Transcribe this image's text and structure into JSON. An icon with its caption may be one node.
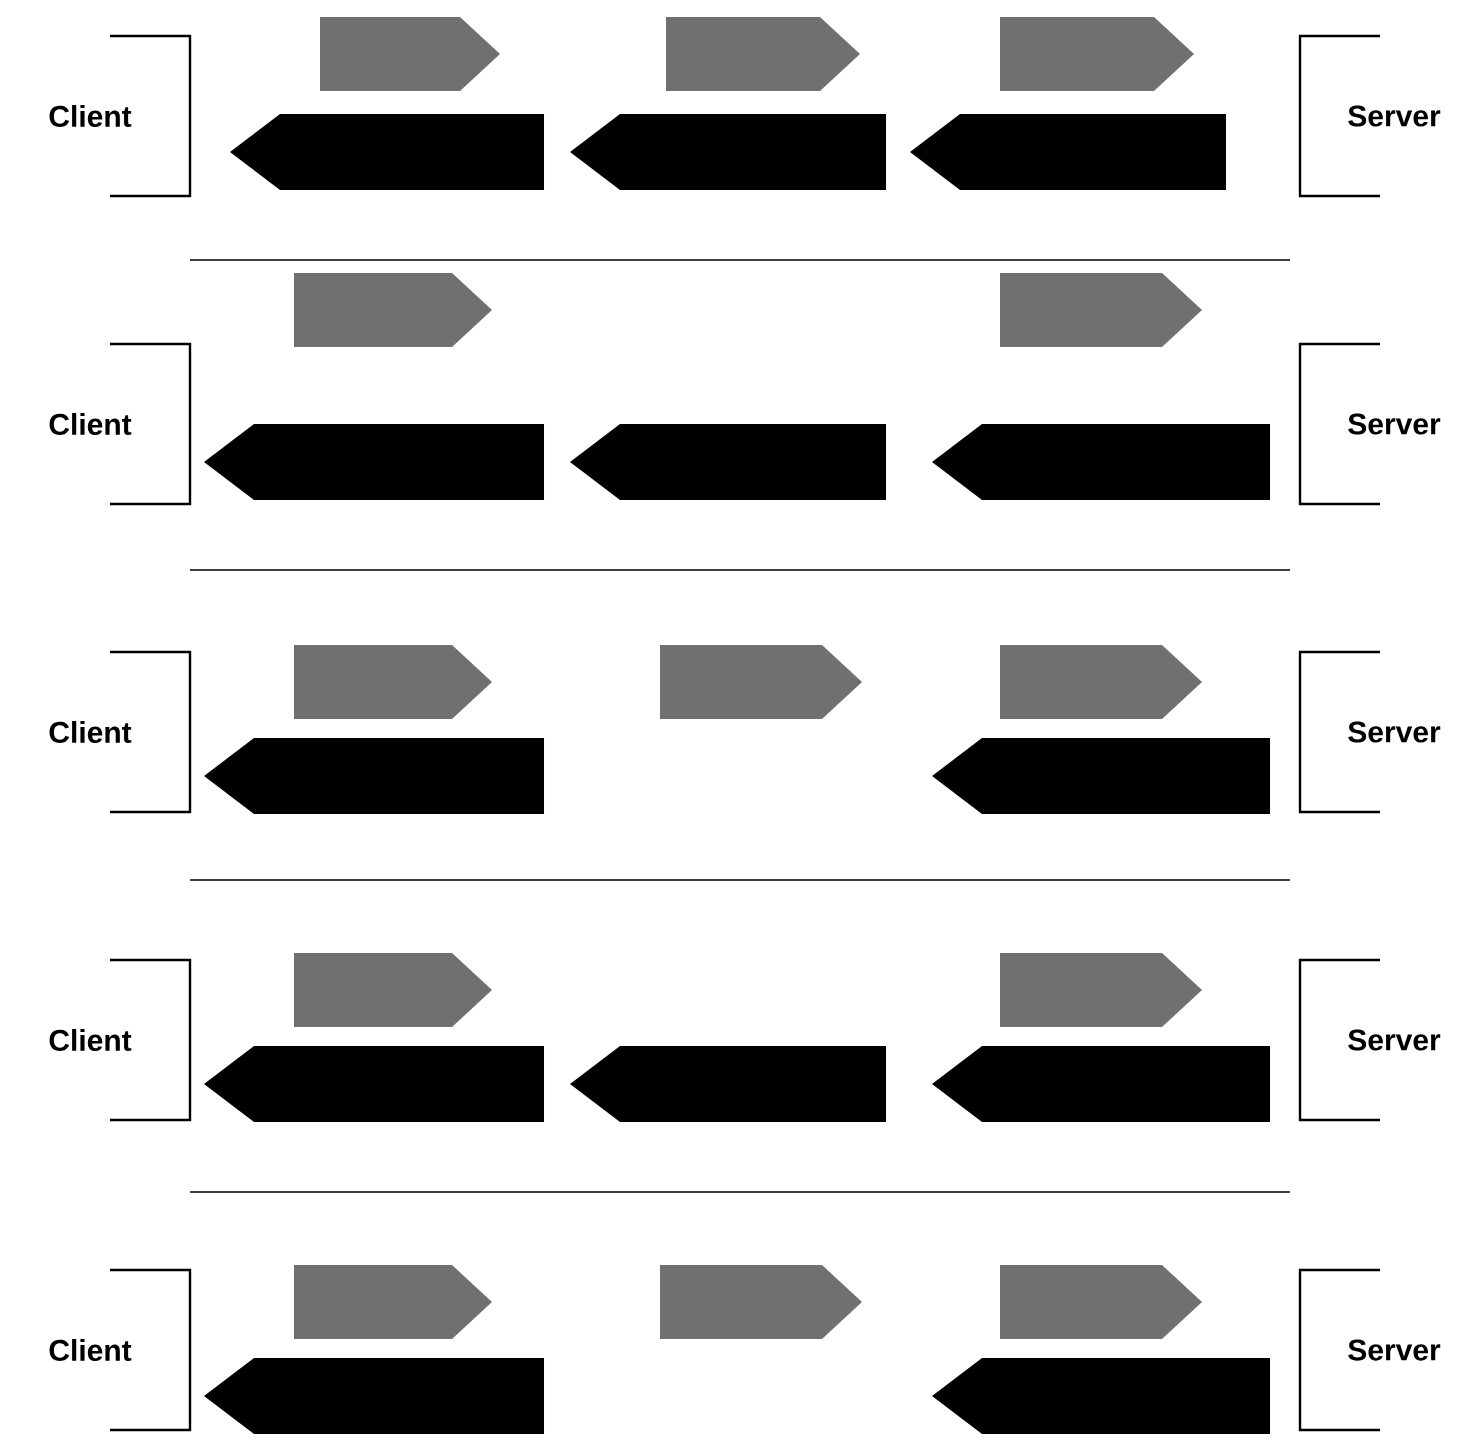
{
  "diagram": {
    "nodes": [
      {
        "text": [
          "Client"
        ]
      },
      {
        "text": [],
        "shape": "arrow"
      },
      {
        "text": [],
        "shape": "arrow"
      },
      {
        "text": [],
        "shape": "arrow"
      },
      {
        "text": [],
        "shape": "arrow"
      },
      {
        "text": [],
        "shape": "arrow"
      },
      {
        "text": [],
        "shape": "arrow"
      },
      {
        "text": [
          "Server"
        ]
      },
      {
        "text": [
          "Client"
        ]
      },
      {
        "text": [],
        "shape": "arrow"
      },
      {
        "text": [],
        "shape": "arrow"
      },
      {
        "text": [],
        "shape": "arrow"
      },
      {
        "text": [],
        "shape": "arrow"
      },
      {
        "text": [],
        "shape": "arrow"
      },
      {
        "text": [
          "Server"
        ]
      },
      {
        "text": [
          "Client"
        ]
      },
      {
        "text": [],
        "shape": "arrow"
      },
      {
        "text": [],
        "shape": "arrow"
      },
      {
        "text": [],
        "shape": "arrow"
      },
      {
        "text": [],
        "shape": "arrow"
      },
      {
        "text": [],
        "shape": "arrow"
      },
      {
        "text": [
          "Server"
        ]
      },
      {
        "text": [
          "Client"
        ]
      },
      {
        "text": [],
        "shape": "arrow"
      },
      {
        "text": [],
        "shape": "arrow"
      },
      {
        "text": [],
        "shape": "arrow"
      },
      {
        "text": [],
        "shape": "arrow"
      },
      {
        "text": [],
        "shape": "arrow"
      },
      {
        "text": [
          "Server"
        ]
      },
      {
        "text": [
          "Client"
        ]
      },
      {
        "text": [],
        "shape": "arrow"
      },
      {
        "text": [],
        "shape": "arrow"
      },
      {
        "text": [],
        "shape": "arrow"
      },
      {
        "text": [],
        "shape": "arrow"
      },
      {
        "text": [],
        "shape": "arrow"
      },
      {
        "text": [
          "Server"
        ]
      }
    ]
  }
}
